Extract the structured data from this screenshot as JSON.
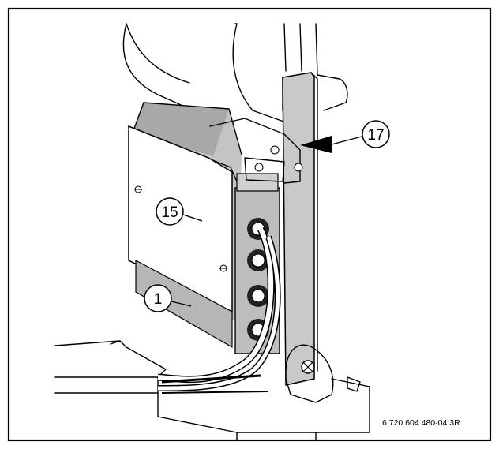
{
  "figure": {
    "callouts": [
      {
        "id": "17",
        "label": "17"
      },
      {
        "id": "15",
        "label": "15"
      },
      {
        "id": "1",
        "label": "1"
      }
    ],
    "image_code": "6 720 604 480-04.3R"
  },
  "colors": {
    "panel_gray": "#c4c4c4",
    "panel_dark": "#a8a8a8",
    "line": "#000000",
    "background": "#ffffff"
  }
}
